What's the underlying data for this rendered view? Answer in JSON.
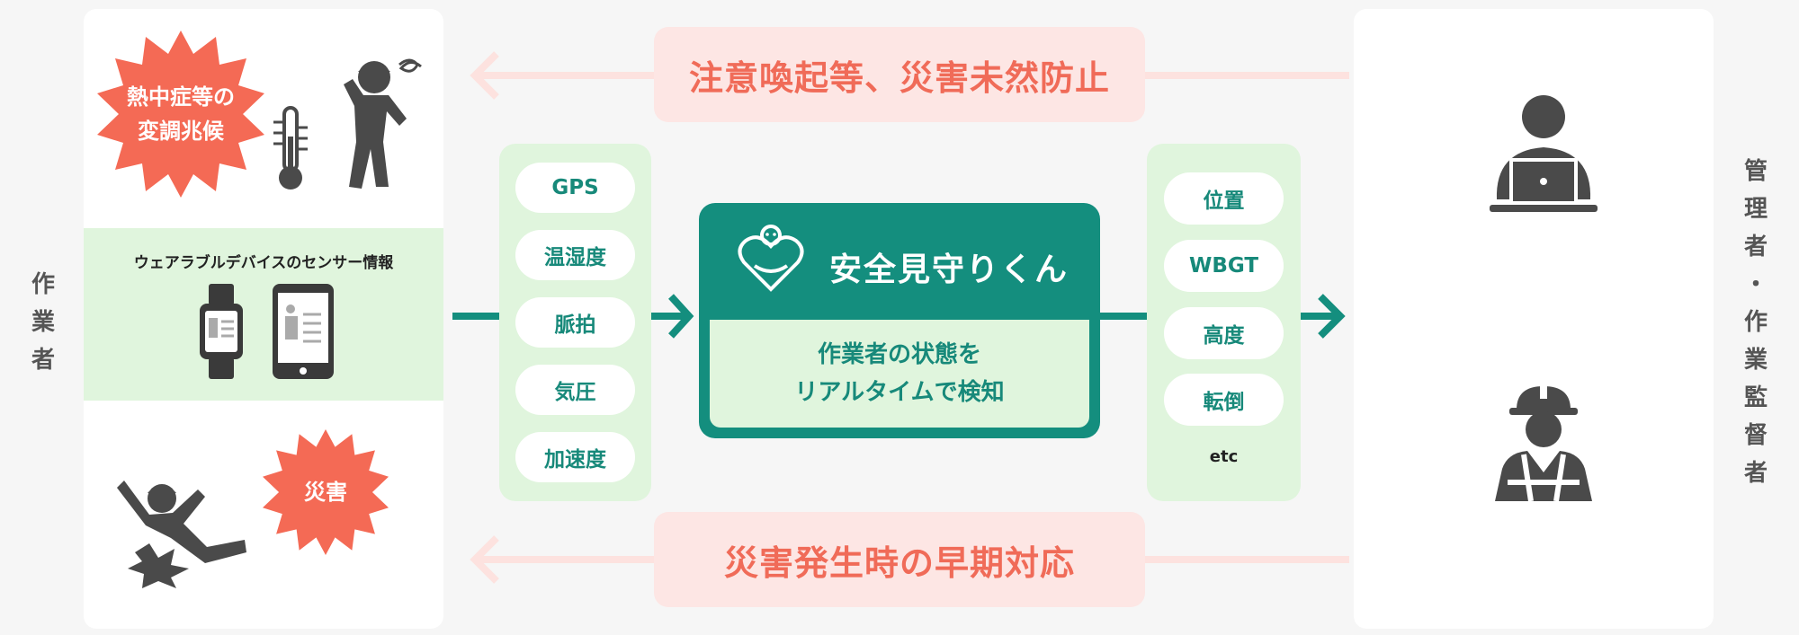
{
  "left_label": [
    "作",
    "業",
    "者"
  ],
  "right_label": [
    "管",
    "理",
    "者",
    "・",
    "作",
    "業",
    "監",
    "督",
    "者"
  ],
  "worker_panel": {
    "warning_burst": [
      "熱中症等の",
      "変調兆候"
    ],
    "sensor_title": "ウェアラブルデバイスのセンサー情報",
    "disaster_burst": "災害"
  },
  "top_message": "注意喚起等、災害未然防止",
  "bottom_message": "災害発生時の早期対応",
  "sensor_items": [
    "GPS",
    "温湿度",
    "脈拍",
    "気圧",
    "加速度"
  ],
  "center": {
    "title": "安全見守りくん",
    "desc_lines": [
      "作業者の状態を",
      "リアルタイムで検知"
    ]
  },
  "output_items": [
    "位置",
    "WBGT",
    "高度",
    "転倒"
  ],
  "output_etc": "etc",
  "colors": {
    "teal": "#148e7e",
    "light_green": "#e0f5dd",
    "coral": "#f46a55",
    "pink_bg": "#fde6e4",
    "icon_gray": "#4a4a4a"
  }
}
